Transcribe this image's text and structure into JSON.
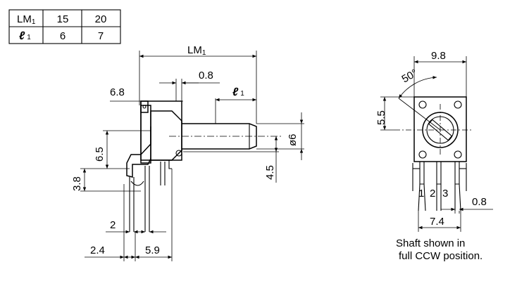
{
  "table": {
    "header": {
      "label": "LM",
      "label_sub": "1",
      "values": [
        "15",
        "20"
      ]
    },
    "row": {
      "label": "ℓ",
      "label_sub": "1",
      "values": [
        "6",
        "7"
      ]
    }
  },
  "side_view": {
    "lm": "LM",
    "lm_sub": "1",
    "dim_0_8": "0.8",
    "dim_6_8": "6.8",
    "l1": "ℓ",
    "l1_sub": "1",
    "dim_dia6": "ø6",
    "dim_6_5": "6.5",
    "dim_4_5": "4.5",
    "dim_3_8": "3.8",
    "dim_2": "2",
    "dim_2_4": "2.4",
    "dim_5_9": "5.9"
  },
  "front_view": {
    "dim_9_8": "9.8",
    "angle": "50°",
    "dim_5_5": "5.5",
    "pin_1": "1",
    "pin_2": "2",
    "pin_3": "3",
    "dim_0_8": "0.8",
    "dim_7_4": "7.4"
  },
  "caption": {
    "line1": "Shaft shown in",
    "line2": "full CCW position."
  }
}
